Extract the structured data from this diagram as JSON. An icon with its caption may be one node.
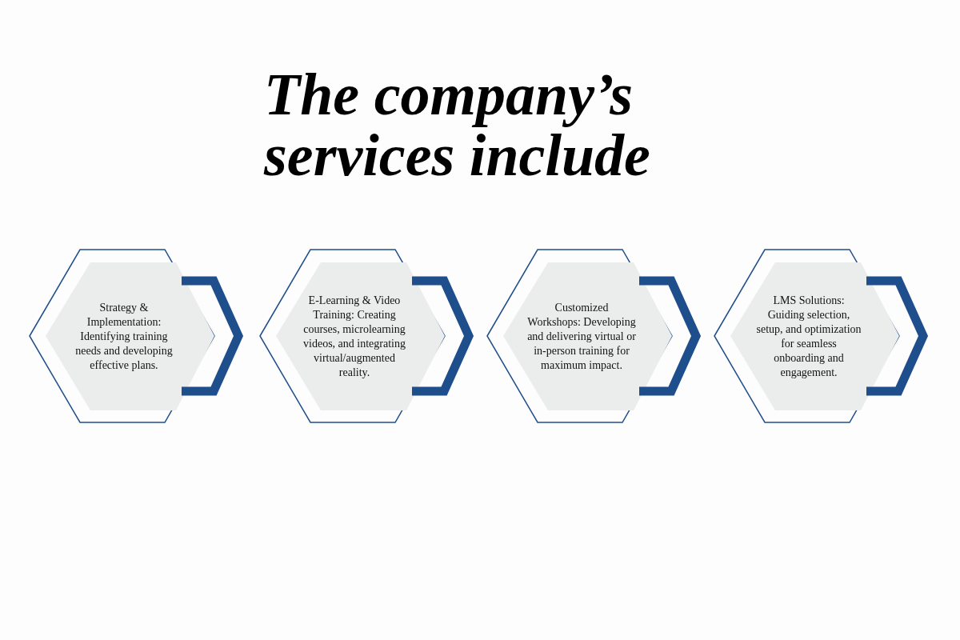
{
  "diagram": {
    "title": "The company’s services include",
    "nodes": [
      {
        "text": [
          "Strategy & Implementation: Identifying training needs and developing effective plans."
        ]
      },
      {
        "text": [
          "E-Learning & Video Training: Creating courses, microlearning videos, and integrating virtual/augmented reality."
        ]
      },
      {
        "text": [
          "Customized Workshops: Developing and delivering virtual or in-person training for maximum impact."
        ]
      },
      {
        "text": [
          "LMS Solutions: Guiding selection, setup, and optimization for seamless onboarding and engagement."
        ]
      }
    ]
  }
}
